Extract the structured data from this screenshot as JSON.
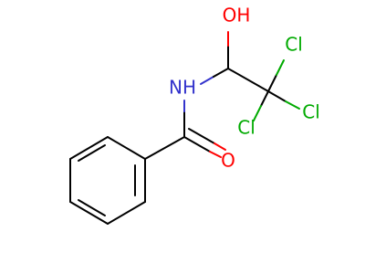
{
  "molecule": {
    "atoms": {
      "hydroxyl": "OH",
      "amide_nitrogen": "NH",
      "carbonyl_oxygen": "O",
      "chlorine_top": "Cl",
      "chlorine_right": "Cl",
      "chlorine_bottom": "Cl"
    },
    "colors": {
      "carbon_bond": "#000000",
      "oxygen": "#ff0000",
      "nitrogen": "#3333cc",
      "chlorine": "#00aa00"
    }
  }
}
